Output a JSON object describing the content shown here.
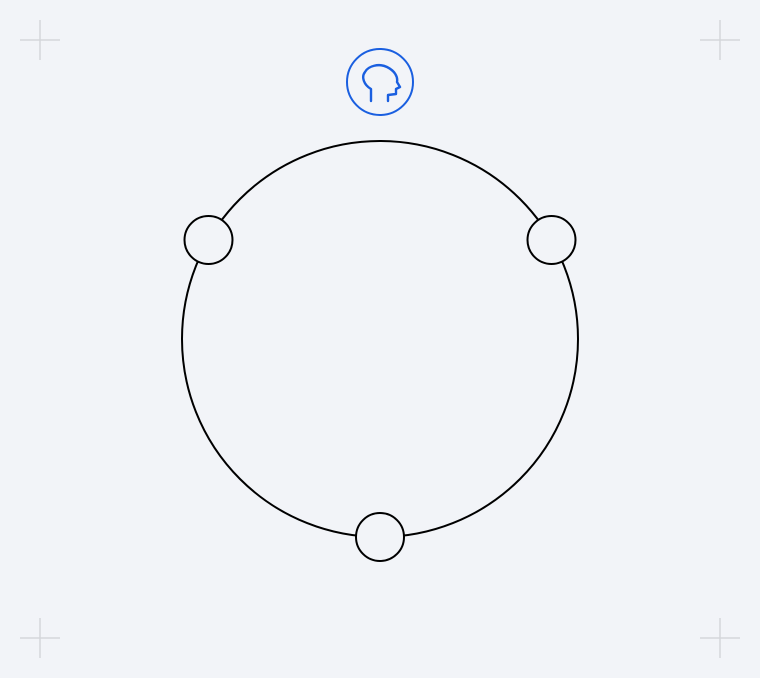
{
  "colors": {
    "background": "#f2f4f8",
    "accent": "#1a5fe0",
    "stroke": "#000000",
    "crop_mark": "#d4d6da"
  },
  "diagram": {
    "top_icon": {
      "icon": "head-profile-icon",
      "color": "#1a5fe0"
    },
    "ring": {
      "nodes": [
        {
          "name": "node-left",
          "angle_deg": -150
        },
        {
          "name": "node-right",
          "angle_deg": -30
        },
        {
          "name": "node-bottom",
          "angle_deg": 90
        }
      ]
    }
  },
  "crop_marks": [
    "top-left",
    "top-right",
    "bottom-left",
    "bottom-right"
  ]
}
